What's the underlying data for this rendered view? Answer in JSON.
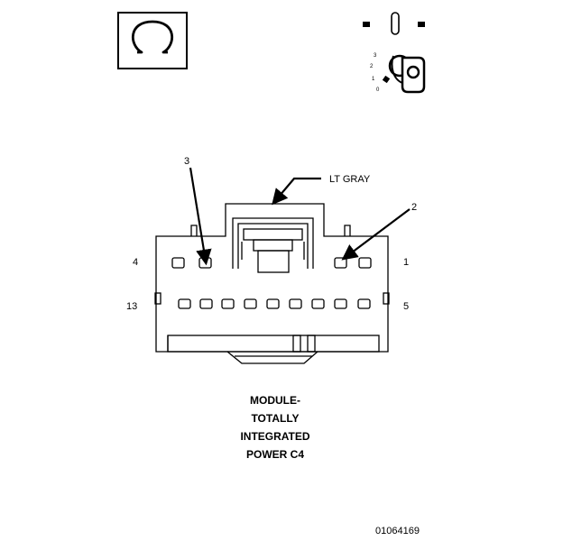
{
  "symbol": {
    "glyph": "Ω",
    "name": "ohm-symbol"
  },
  "ignition": {
    "positions": [
      "3",
      "2",
      "1",
      "0"
    ],
    "icon": "ignition-key-switch-icon"
  },
  "connector": {
    "color_label": "LT GRAY",
    "callout_3": "3",
    "callout_2": "2",
    "pin_4": "4",
    "pin_1": "1",
    "pin_13": "13",
    "pin_5": "5"
  },
  "caption": [
    "MODULE-",
    "TOTALLY",
    "INTEGRATED",
    "POWER C4"
  ],
  "figure_id": "01064169"
}
